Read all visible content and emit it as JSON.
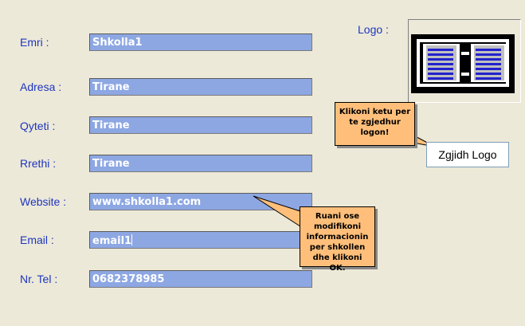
{
  "form": {
    "fields": [
      {
        "label": "Emri  :",
        "value": "Shkolla1"
      },
      {
        "label": "Adresa :",
        "value": "Tirane"
      },
      {
        "label": "Qyteti :",
        "value": "Tirane"
      },
      {
        "label": "Rrethi :",
        "value": "Tirane"
      },
      {
        "label": "Website :",
        "value": "www.shkolla1.com"
      },
      {
        "label": "Email :",
        "value": "email1"
      },
      {
        "label": "Nr. Tel :",
        "value": "0682378985"
      }
    ]
  },
  "logo": {
    "label": "Logo :",
    "icon": "book-icon",
    "button_label": "Zgjidh Logo"
  },
  "tooltips": {
    "logo_tip": "Klikoni ketu per te zgjedhur logon!",
    "form_tip": "Ruani ose modifikoni informacionin per shkollen dhe klikoni OK."
  },
  "colors": {
    "label": "#1f35c0",
    "field_bg": "#8da7e3",
    "tooltip_bg": "#ffbf7a",
    "background": "#ece9d8"
  }
}
